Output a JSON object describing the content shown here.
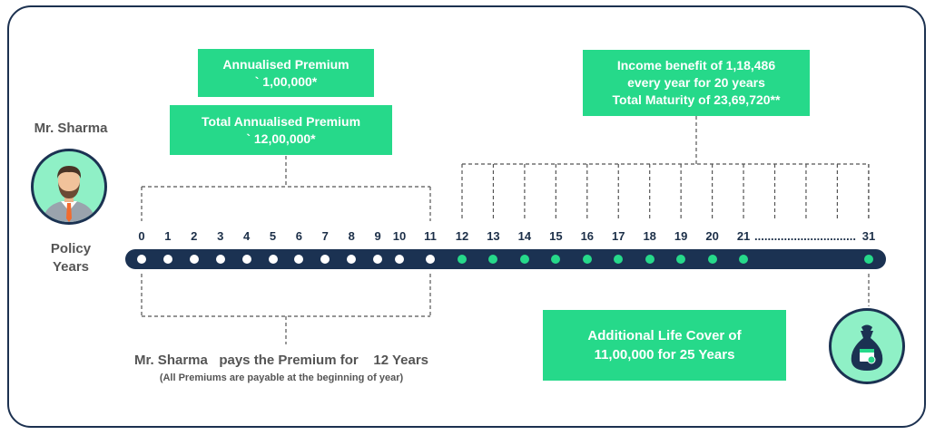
{
  "annualised_premium": {
    "line1": "Annualised Premium",
    "line2": "` 1,00,000*"
  },
  "total_annualised_premium": {
    "line1": "Total Annualised Premium",
    "line2": "` 12,00,000*"
  },
  "income_benefit": {
    "line1": "Income benefit of 1,18,486",
    "line2": "every year for 20 years",
    "line3": "Total Maturity of 23,69,720**"
  },
  "life_cover": {
    "line1": "Additional Life Cover of",
    "line2": "11,00,000 for 25 Years"
  },
  "person_name": "Mr. Sharma",
  "policy_years": {
    "line1": "Policy",
    "line2": "Years"
  },
  "premium_term": "Mr. Sharma   pays the Premium for    12 Years",
  "premium_note": "(All Premiums are payable at the beginning of year)",
  "timeline": {
    "ticks": [
      "0",
      "1",
      "2",
      "3",
      "4",
      "5",
      "6",
      "7",
      "8",
      "9",
      "10",
      "11",
      "12",
      "13",
      "14",
      "15",
      "16",
      "17",
      "18",
      "19",
      "20",
      "21",
      "31"
    ],
    "ellipsis": "............................................................",
    "premium_years": 12,
    "colors": {
      "premium": "#ffffff",
      "benefit": "#26d98a",
      "bar": "#1b3252"
    }
  },
  "icons": {
    "person": "businessman-avatar-icon",
    "money": "money-bag-icon"
  },
  "colors": {
    "accent": "#26d98a",
    "navy": "#1b3252",
    "mint": "#8ff0c6",
    "text": "#555555"
  }
}
